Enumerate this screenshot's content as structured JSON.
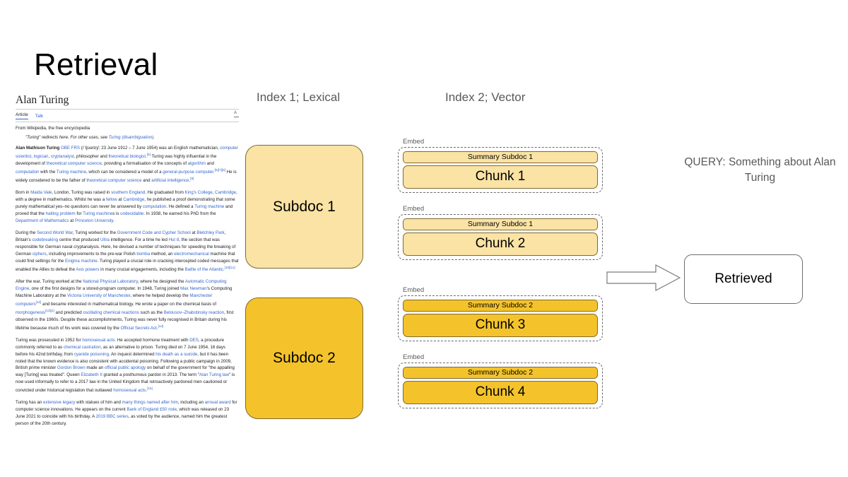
{
  "slide": {
    "title": "Retrieval"
  },
  "wiki": {
    "title": "Alan Turing",
    "tabs": {
      "article": "Article",
      "talk": "Talk",
      "lang_icon": "language-icon"
    },
    "from_line": "From Wikipedia, the free encyclopedia",
    "hatnote": "\"Turing\" redirects here. For other uses, see Turing (disambiguation).",
    "paragraphs": [
      "Alan Mathison Turing OBE FRS (/ˈtjʊərɪŋ/; 23 June 1912 – 7 June 1954) was an English mathematician, computer scientist, logician, cryptanalyst, philosopher and theoretical biologist.[5] Turing was highly influential in the development of theoretical computer science, providing a formalisation of the concepts of algorithm and computation with the Turing machine, which can be considered a model of a general-purpose computer.[6][7][8] He is widely considered to be the father of theoretical computer science and artificial intelligence.[9]",
      "Born in Maida Vale, London, Turing was raised in southern England. He graduated from King's College, Cambridge, with a degree in mathematics. Whilst he was a fellow at Cambridge, he published a proof demonstrating that some purely mathematical yes–no questions can never be answered by computation. He defined a Turing machine and proved that the halting problem for Turing machines is undecidable. In 1938, he earned his PhD from the Department of Mathematics at Princeton University.",
      "During the Second World War, Turing worked for the Government Code and Cypher School at Bletchley Park, Britain's codebreaking centre that produced Ultra intelligence. For a time he led Hut 8, the section that was responsible for German naval cryptanalysis. Here, he devised a number of techniques for speeding the breaking of German ciphers, including improvements to the pre-war Polish bomba method, an electromechanical machine that could find settings for the Enigma machine. Turing played a crucial role in cracking intercepted coded messages that enabled the Allies to defeat the Axis powers in many crucial engagements, including the Battle of the Atlantic.[10][11]",
      "After the war, Turing worked at the National Physical Laboratory, where he designed the Automatic Computing Engine, one of the first designs for a stored-program computer. In 1948, Turing joined Max Newman's Computing Machine Laboratory at the Victoria University of Manchester, where he helped develop the Manchester computers[12] and became interested in mathematical biology. He wrote a paper on the chemical basis of morphogenesis[13][1] and predicted oscillating chemical reactions such as the Belousov–Zhabotinsky reaction, first observed in the 1960s. Despite these accomplishments, Turing was never fully recognised in Britain during his lifetime because much of his work was covered by the Official Secrets Act.[14]",
      "Turing was prosecuted in 1952 for homosexual acts. He accepted hormone treatment with DES, a procedure commonly referred to as chemical castration, as an alternative to prison. Turing died on 7 June 1954, 16 days before his 42nd birthday, from cyanide poisoning. An inquest determined his death as a suicide, but it has been noted that the known evidence is also consistent with accidental poisoning. Following a public campaign in 2009, British prime minister Gordon Brown made an official public apology on behalf of the government for \"the appalling way [Turing] was treated\". Queen Elizabeth II granted a posthumous pardon in 2013. The term \"Alan Turing law\" is now used informally to refer to a 2017 law in the United Kingdom that retroactively pardoned men cautioned or convicted under historical legislation that outlawed homosexual acts.[15]",
      "Turing has an extensive legacy with statues of him and many things named after him, including an annual award for computer science innovations. He appears on the current Bank of England £50 note, which was released on 23 June 2021 to coincide with his birthday. A 2019 BBC series, as voted by the audience, named him the greatest person of the 20th century."
    ]
  },
  "columns": {
    "index1_header": "Index 1; Lexical",
    "index2_header": "Index 2; Vector"
  },
  "subdocs": [
    {
      "label": "Subdoc 1",
      "tone": "light"
    },
    {
      "label": "Subdoc 2",
      "tone": "dark"
    }
  ],
  "embed_groups": [
    {
      "embed_label": "Embed",
      "summary": "Summary Subdoc 1",
      "chunk": "Chunk 1",
      "tone": "light"
    },
    {
      "embed_label": "Embed",
      "summary": "Summary Subdoc 1",
      "chunk": "Chunk 2",
      "tone": "light"
    },
    {
      "embed_label": "Embed",
      "summary": "Summary Subdoc 2",
      "chunk": "Chunk 3",
      "tone": "dark"
    },
    {
      "embed_label": "Embed",
      "summary": "Summary Subdoc 2",
      "chunk": "Chunk 4",
      "tone": "dark"
    }
  ],
  "query": {
    "text": "QUERY: Something about Alan Turing"
  },
  "retrieved": {
    "label": "Retrieved",
    "arrow_icon": "right-block-arrow-icon"
  },
  "colors": {
    "subdoc_light": "#FAE3A4",
    "subdoc_dark": "#F4C32B",
    "box_border": "#7F6A30",
    "dashed_border": "#6B6B6B",
    "muted_text": "#595959",
    "wiki_link": "#3366CC"
  }
}
